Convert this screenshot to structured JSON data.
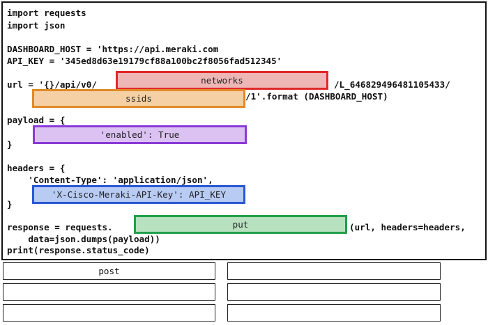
{
  "code": {
    "line_import_requests": "import requests",
    "line_import_json": "import json",
    "line_dashboard_host": "DASHBOARD_HOST = 'https://api.meraki.com",
    "line_api_key": "API_KEY = '345ed8d63e19179cf88a100bc2f8056fad512345'",
    "line_url_start": "url = '{}/api/v0/",
    "line_url_end": "/L_646829496481105433/",
    "line_url_format": "/1'.format (DASHBOARD_HOST)",
    "line_payload_open": "payload = {",
    "line_payload_close": "}",
    "line_headers_open": "headers = {",
    "line_content_type": "    'Content-Type': 'application/json',",
    "line_headers_close": "}",
    "line_response_start": "response = requests.",
    "line_response_end": "(url, headers=headers,",
    "line_data": "    data=json.dumps(payload))",
    "line_print": "print(response.status_code)"
  },
  "drop_zones": {
    "networks": {
      "label": "networks",
      "color": "#e02828"
    },
    "ssids": {
      "label": "ssids",
      "color": "#e08a28"
    },
    "enabled": {
      "label": "'enabled': True",
      "color": "#8a3ad6"
    },
    "api_key_header": {
      "label": "'X-Cisco-Meraki-API-Key': API_KEY",
      "color": "#2a58d4"
    },
    "method": {
      "label": "put",
      "color": "#21a04a"
    }
  },
  "options": [
    {
      "label": "post"
    },
    {
      "label": ""
    },
    {
      "label": ""
    },
    {
      "label": ""
    },
    {
      "label": ""
    },
    {
      "label": ""
    }
  ]
}
